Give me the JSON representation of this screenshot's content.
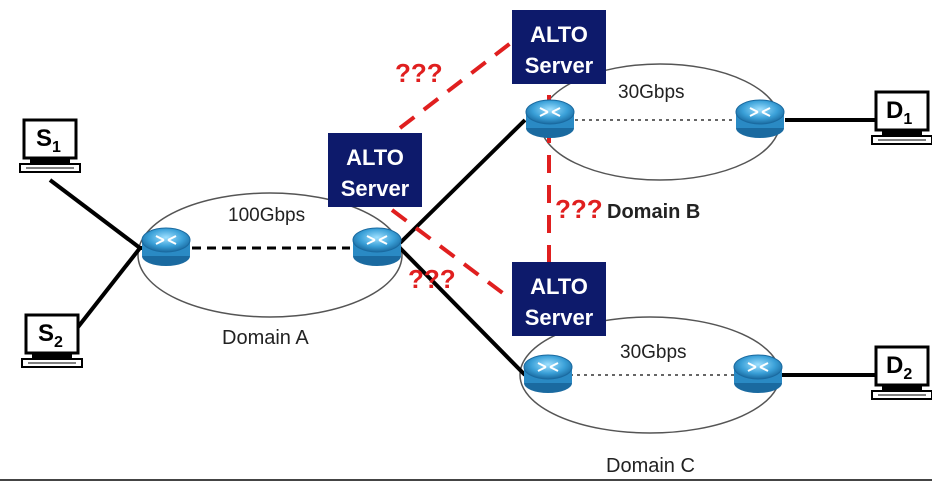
{
  "domains": [
    {
      "id": "A",
      "label": "Domain A",
      "bandwidth": "100Gbps"
    },
    {
      "id": "B",
      "label": "Domain B",
      "bandwidth": "30Gbps"
    },
    {
      "id": "C",
      "label": "Domain C",
      "bandwidth": "30Gbps"
    }
  ],
  "alto_servers": [
    {
      "id": "A",
      "line1": "ALTO",
      "line2": "Server"
    },
    {
      "id": "B",
      "line1": "ALTO",
      "line2": "Server"
    },
    {
      "id": "C",
      "line1": "ALTO",
      "line2": "Server"
    }
  ],
  "unknown_marks": [
    "???",
    "???",
    "???"
  ],
  "hosts": [
    {
      "id": "S1",
      "letter": "S",
      "sub": "1"
    },
    {
      "id": "S2",
      "letter": "S",
      "sub": "2"
    },
    {
      "id": "D1",
      "letter": "D",
      "sub": "1"
    },
    {
      "id": "D2",
      "letter": "D",
      "sub": "2"
    }
  ],
  "colors": {
    "alto_box": "#0d1a6b",
    "question_line": "#e01f1f",
    "router": "#3aa0d8",
    "link": "#000000"
  }
}
